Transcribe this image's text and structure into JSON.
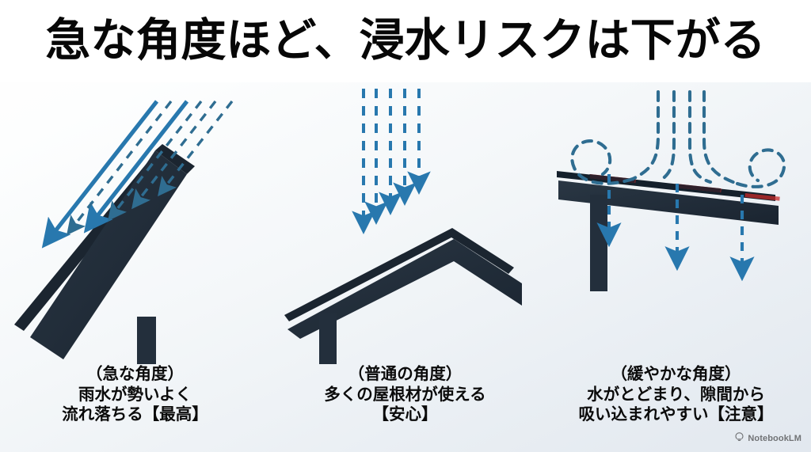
{
  "header": {
    "title": "急な角度ほど、浸水リスクは下がる"
  },
  "panels": [
    {
      "id": "steep",
      "figure_name": "steep-roof-diagram",
      "caption_lines": [
        "（急な角度）",
        "雨水が勢いよく",
        "流れ落ちる【最高】"
      ]
    },
    {
      "id": "normal",
      "figure_name": "normal-roof-diagram",
      "caption_lines": [
        "（普通の角度）",
        "多くの屋根材が使える",
        "【安心】"
      ]
    },
    {
      "id": "low",
      "figure_name": "low-slope-roof-diagram",
      "caption_lines": [
        "（緩やかな角度）",
        "水がとどまり、隙間から",
        "吸い込まれやすい【注意】"
      ]
    }
  ],
  "watermark": {
    "label": "NotebookLM",
    "icon": "notebooklm-icon"
  },
  "colors": {
    "title_text": "#070707",
    "caption_text": "#0b0b0b",
    "roof_dark": "#232f3c",
    "roof_dark_deep": "#1b2530",
    "water_blue": "#2878ae",
    "water_blue_dark": "#2f6d91",
    "leak_red": "#c62828",
    "background_top": "#ffffff",
    "background_bottom": "#e2e8ef"
  }
}
